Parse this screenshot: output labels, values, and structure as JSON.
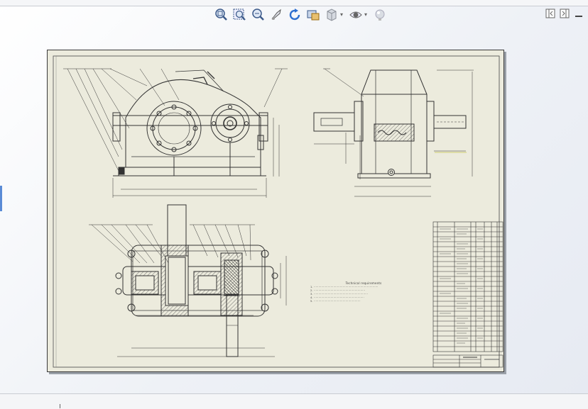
{
  "toolbar": {
    "items": [
      {
        "name": "zoom-to-fit"
      },
      {
        "name": "zoom-to-area"
      },
      {
        "name": "zoom-in-out"
      },
      {
        "name": "select"
      },
      {
        "name": "rotate-view"
      },
      {
        "name": "section-view"
      },
      {
        "name": "display-style"
      },
      {
        "name": "hide-show-items"
      },
      {
        "name": "appearance"
      }
    ]
  },
  "window_controls": [
    "tile-left",
    "tile-right",
    "minimize"
  ],
  "drawing": {
    "technical_requirements_title": "Technical requirements",
    "technical_requirements_lines": [
      "1. ·····································································",
      "2. ·······················································",
      "3. ··························································",
      "4. ······················································",
      "5. ··················································"
    ]
  },
  "colors": {
    "sheet": "#ecebdd",
    "line": "#333333",
    "hatch": "#555555"
  }
}
